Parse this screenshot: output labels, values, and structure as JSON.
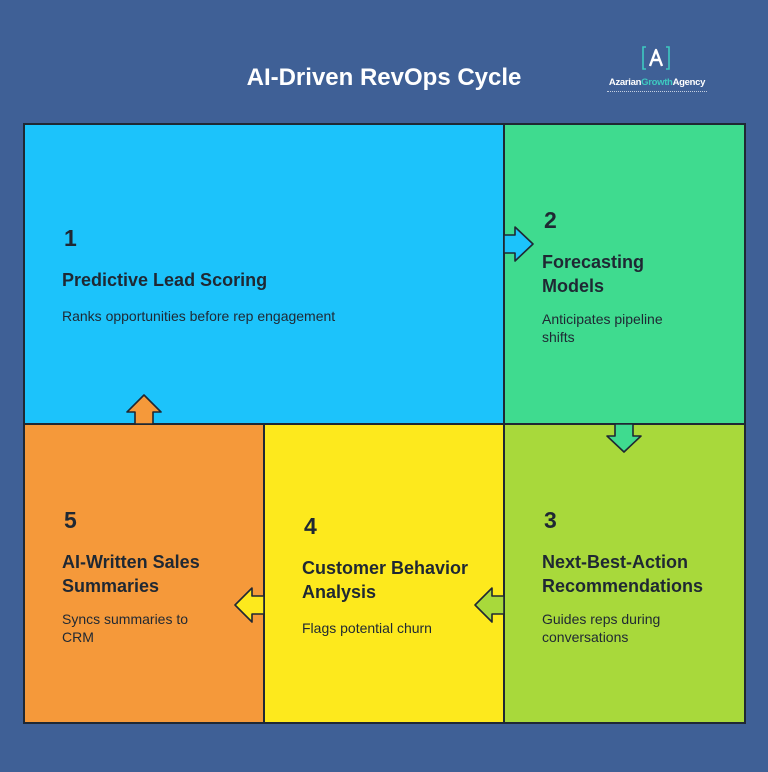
{
  "title": "AI-Driven RevOps Cycle",
  "logo": {
    "name_part1": "Azarian",
    "name_part2": "Growth",
    "name_part3": "Agency",
    "accent_color": "#3ec9c0"
  },
  "colors": {
    "background": "#3f6096",
    "outline": "#1f2833",
    "step1": "#1cc3fb",
    "step2": "#3fdb8f",
    "step3": "#a8d93b",
    "step4": "#fde91d",
    "step5": "#f5993a"
  },
  "steps": [
    {
      "number": "1",
      "title": "Predictive Lead Scoring",
      "description": "Ranks opportunities before rep engagement"
    },
    {
      "number": "2",
      "title": "Forecasting Models",
      "description": "Anticipates pipeline shifts"
    },
    {
      "number": "3",
      "title": "Next-Best-Action Recommendations",
      "description": "Guides reps during conversations"
    },
    {
      "number": "4",
      "title": "Customer Behavior Analysis",
      "description": "Flags potential churn"
    },
    {
      "number": "5",
      "title": "AI-Written Sales Summaries",
      "description": "Syncs summaries to CRM"
    }
  ]
}
